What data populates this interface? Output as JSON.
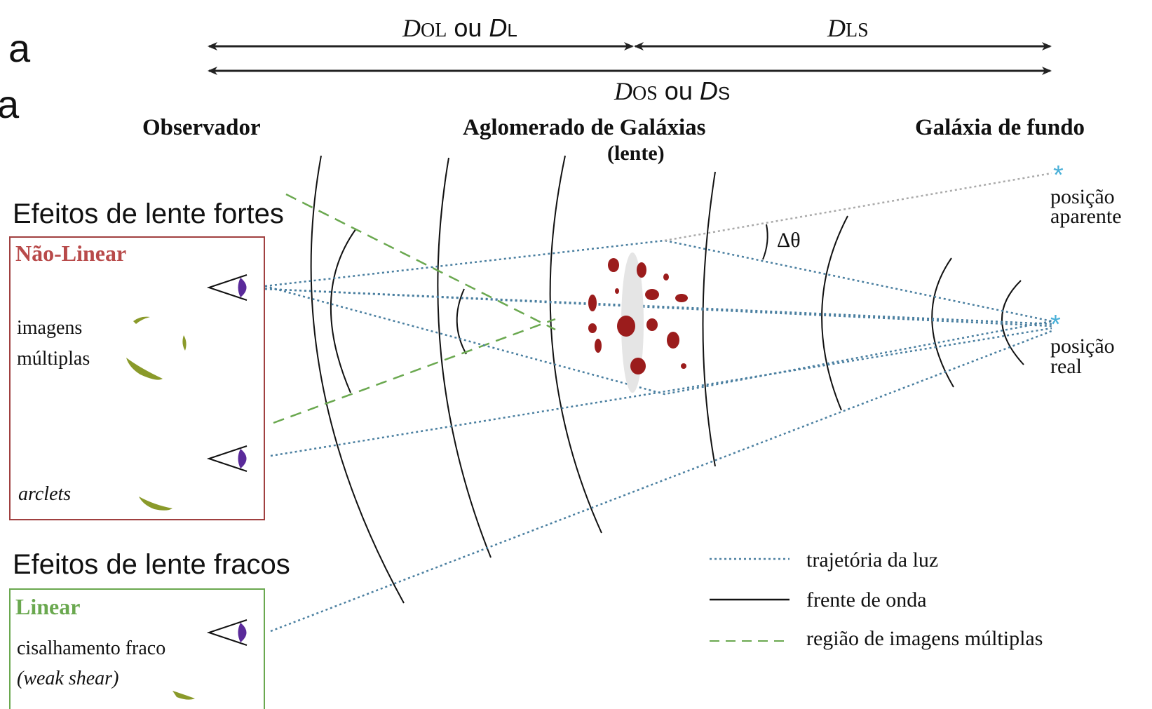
{
  "distances": {
    "d_ol": "D",
    "d_ol_sub": "OL",
    "d_ol_sep": " ou ",
    "d_l": "D",
    "d_l_sub": "L",
    "d_ls": "D",
    "d_ls_sub": "LS",
    "d_os": "D",
    "d_os_sub": "OS",
    "d_os_sep": " ou ",
    "d_s": "D",
    "d_s_sub": "S"
  },
  "cropped_text": {
    "line1": "a",
    "line2": "a"
  },
  "headers": {
    "observer": "Observador",
    "cluster": "Aglomerado de Galáxias",
    "cluster_sub": "(lente)",
    "background": "Galáxia de fundo"
  },
  "strong_box": {
    "heading": "Efeitos de lente fortes",
    "title": "Não-Linear",
    "label1": "imagens",
    "label2": "múltiplas",
    "label3": "arclets"
  },
  "weak_box": {
    "heading": "Efeitos de lente fracos",
    "title": "Linear",
    "label1": "cisalhamento fraco",
    "label2": "(weak shear)"
  },
  "positions": {
    "apparent1": "posição",
    "apparent2": "aparente",
    "real1": "posição",
    "real2": "real"
  },
  "angle_label": "Δθ",
  "legend": {
    "light_path": "trajetória da luz",
    "wavefront": "frente de onda",
    "multi_image_region": "região de imagens múltiplas"
  },
  "colors": {
    "light_path": "#4a7fa0",
    "wavefront": "#111111",
    "multi_image": "#6aa84f",
    "strong_box": "#a04040",
    "weak_box": "#6aa84f",
    "galaxy": "#9b1c1c",
    "arc": "#8a9a2a",
    "eye": "#5a2a9a",
    "star": "#4ab0d8"
  }
}
